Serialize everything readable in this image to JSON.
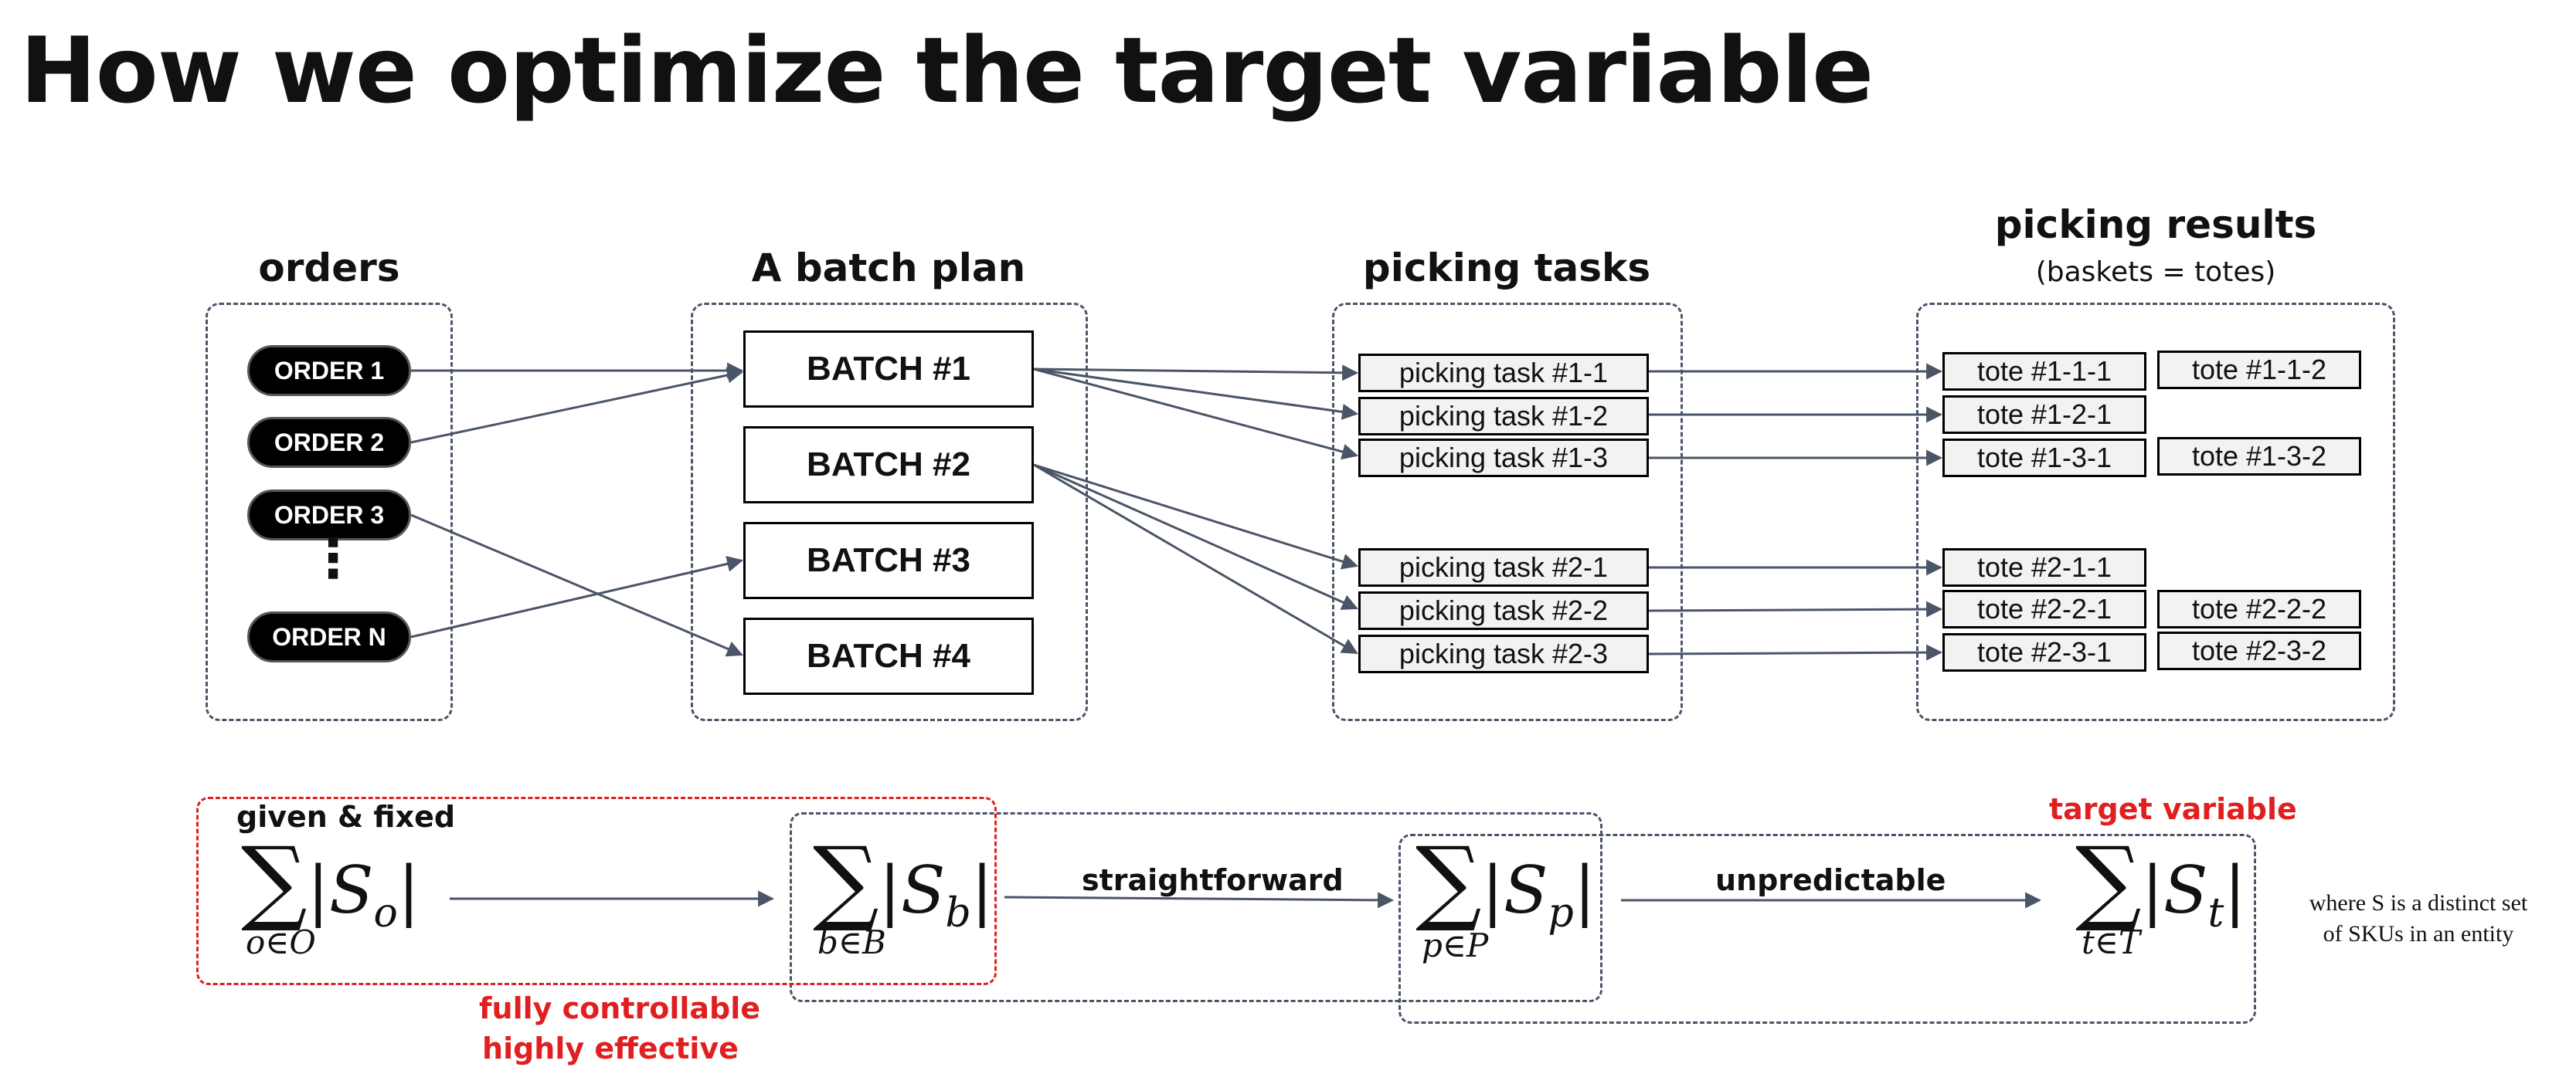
{
  "title": "How we optimize the target variable",
  "sections": {
    "orders": "orders",
    "batch_plan": "A batch plan",
    "picking_tasks": "picking tasks",
    "picking_results": "picking results",
    "picking_results_sub": "(baskets = totes)"
  },
  "orders": [
    "ORDER 1",
    "ORDER 2",
    "ORDER 3",
    "ORDER N"
  ],
  "vdots": "⋮",
  "batches": [
    "BATCH #1",
    "BATCH #2",
    "BATCH #3",
    "BATCH #4"
  ],
  "tasks": [
    "picking task #1-1",
    "picking task #1-2",
    "picking task #1-3",
    "picking task #2-1",
    "picking task #2-2",
    "picking task #2-3"
  ],
  "totes": {
    "col1": [
      "tote #1-1-1",
      "tote #1-2-1",
      "tote #1-3-1",
      "tote #2-1-1",
      "tote #2-2-1",
      "tote #2-3-1"
    ],
    "col2": [
      "tote #1-1-2",
      "tote #1-3-2",
      "tote #2-2-2",
      "tote #2-3-2"
    ]
  },
  "formulas": {
    "orders": {
      "sigma": "∑",
      "set": "S",
      "sub": "o",
      "under": "o∈O"
    },
    "batches": {
      "sigma": "∑",
      "set": "S",
      "sub": "b",
      "under": "b∈B"
    },
    "tasks": {
      "sigma": "∑",
      "set": "S",
      "sub": "p",
      "under": "p∈P"
    },
    "totes": {
      "sigma": "∑",
      "set": "S",
      "sub": "t",
      "under": "t∈T"
    }
  },
  "labels": {
    "given_fixed": "given & fixed",
    "straightforward": "straightforward",
    "unpredictable": "unpredictable",
    "target_variable": "target variable",
    "fully_controllable": "fully controllable",
    "highly_effective": "highly effective",
    "note_line1": "where S is a distinct set",
    "note_line2": "of SKUs in an entity"
  },
  "colors": {
    "arrow": "#4a5568",
    "red": "#e02020",
    "dash": "#4a5568"
  }
}
